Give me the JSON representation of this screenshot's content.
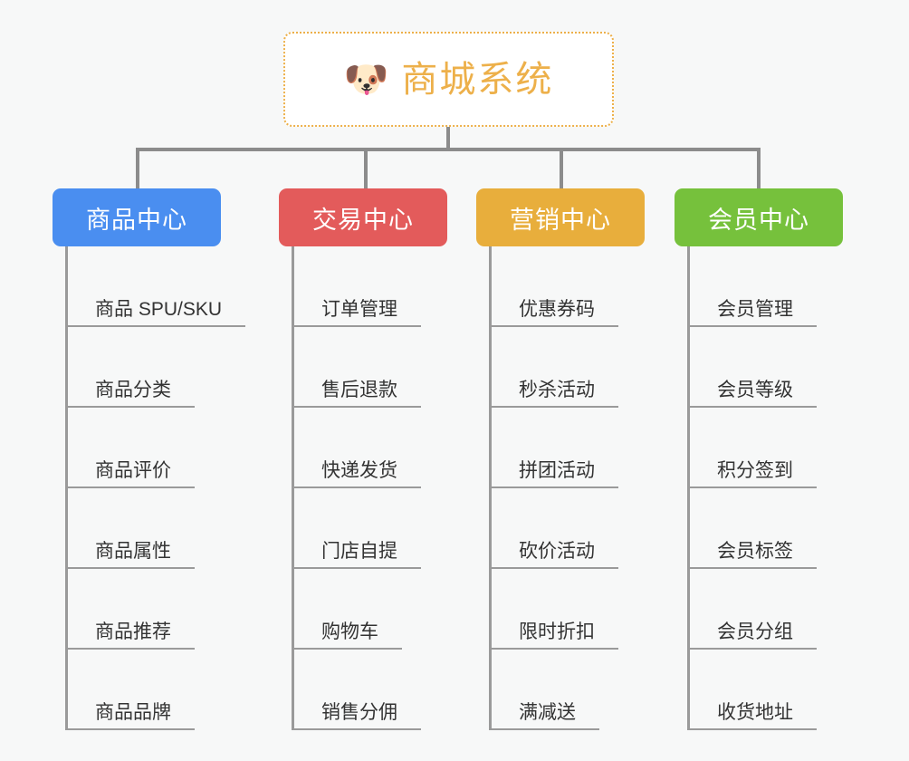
{
  "root": {
    "icon": "shiba-dog-face-emoji",
    "emoji": "🐶",
    "title": "商城系统",
    "border_color": "#edb04a",
    "text_color": "#edb04a"
  },
  "canvas": {
    "background_color": "#f7f8f8",
    "connector_color": "#8c8c8c"
  },
  "columns": [
    {
      "header": "商品中心",
      "color": "#4a8ef0",
      "items": [
        "商品 SPU/SKU",
        "商品分类",
        "商品评价",
        "商品属性",
        "商品推荐",
        "商品品牌"
      ]
    },
    {
      "header": "交易中心",
      "color": "#e35b5b",
      "items": [
        "订单管理",
        "售后退款",
        "快递发货",
        "门店自提",
        "购物车",
        "销售分佣"
      ]
    },
    {
      "header": "营销中心",
      "color": "#e8ae3c",
      "items": [
        "优惠券码",
        "秒杀活动",
        "拼团活动",
        "砍价活动",
        "限时折扣",
        "满减送"
      ]
    },
    {
      "header": "会员中心",
      "color": "#76c13c",
      "items": [
        "会员管理",
        "会员等级",
        "积分签到",
        "会员标签",
        "会员分组",
        "收货地址"
      ]
    }
  ]
}
